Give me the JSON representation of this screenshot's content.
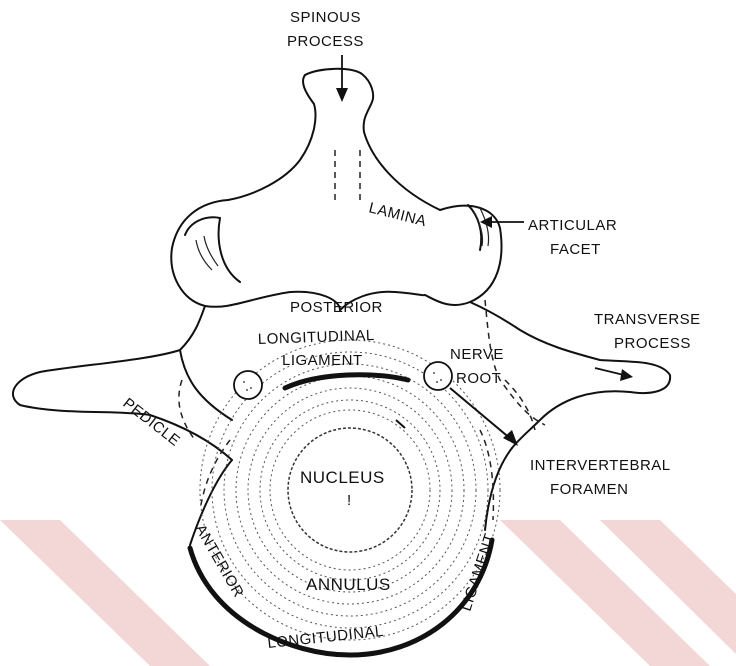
{
  "labels": {
    "spinous_process_1": "SPINOUS",
    "spinous_process_2": "PROCESS",
    "lamina": "LAMINA",
    "articular_facet_1": "ARTICULAR",
    "articular_facet_2": "FACET",
    "transverse_process_1": "TRANSVERSE",
    "transverse_process_2": "PROCESS",
    "posterior_1": "POSTERIOR",
    "posterior_2": "LONGITUDINAL",
    "posterior_3": "LIGAMENT",
    "nerve_root_1": "NERVE",
    "nerve_root_2": "ROOT",
    "pedicle": "PEDICLE",
    "intervertebral_1": "INTERVERTEBRAL",
    "intervertebral_2": "FORAMEN",
    "nucleus": "NUCLEUS",
    "annulus": "ANNULUS",
    "anterior": "ANTERIOR",
    "anterior_longitudinal": "LONGITUDINAL",
    "anterior_ligament": "LIGAMENT"
  },
  "colors": {
    "line": "#111111",
    "watermark": "#f3d6d6"
  }
}
